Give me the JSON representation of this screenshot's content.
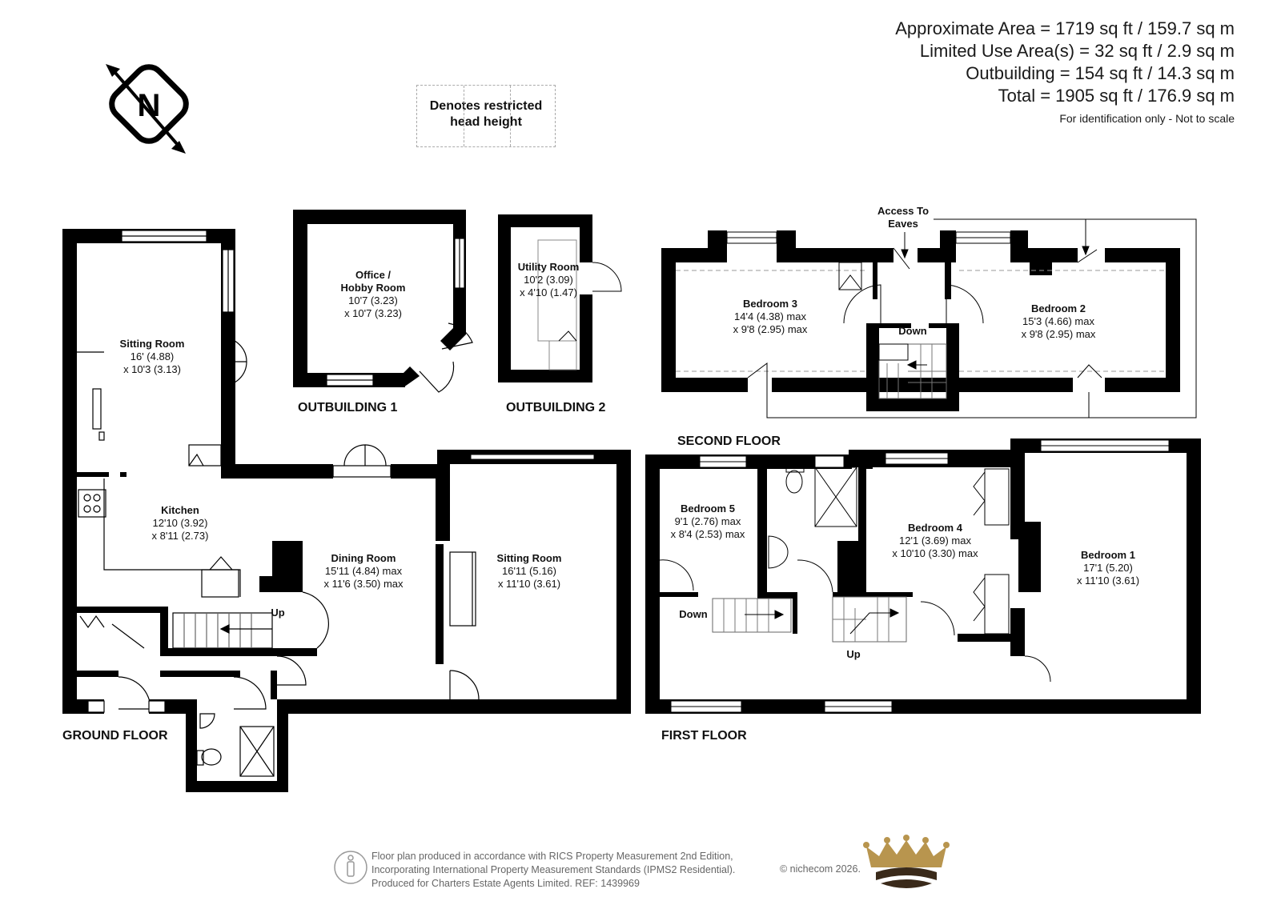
{
  "areas": {
    "approximate": "Approximate Area = 1719 sq ft / 159.7 sq m",
    "limited_use": "Limited Use Area(s) = 32 sq ft / 2.9 sq m",
    "outbuilding": "Outbuilding = 154 sq ft / 14.3 sq m",
    "total": "Total = 1905 sq ft / 176.9 sq m",
    "disclaimer": "For identification only - Not to scale"
  },
  "legend": {
    "line1": "Denotes restricted",
    "line2": "head height"
  },
  "compass": {
    "letter": "N",
    "icon": "north-compass-icon"
  },
  "floors": {
    "ground": "GROUND FLOOR",
    "first": "FIRST FLOOR",
    "second": "SECOND FLOOR",
    "outbuilding1": "OUTBUILDING 1",
    "outbuilding2": "OUTBUILDING 2"
  },
  "rooms": {
    "sitting_room_ground": {
      "name": "Sitting Room",
      "dim1": "16' (4.88)",
      "dim2": "x 10'3 (3.13)"
    },
    "kitchen": {
      "name": "Kitchen",
      "dim1": "12'10 (3.92)",
      "dim2": "x 8'11 (2.73)"
    },
    "dining_room": {
      "name": "Dining Room",
      "dim1": "15'11 (4.84) max",
      "dim2": "x 11'6 (3.50) max"
    },
    "sitting_room_main": {
      "name": "Sitting Room",
      "dim1": "16'11 (5.16)",
      "dim2": "x 11'10 (3.61)"
    },
    "office": {
      "name": "Office /",
      "name2": "Hobby Room",
      "dim1": "10'7 (3.23)",
      "dim2": "x 10'7 (3.23)"
    },
    "utility": {
      "name": "Utility Room",
      "dim1": "10'2 (3.09)",
      "dim2": "x 4'10 (1.47)"
    },
    "bedroom3": {
      "name": "Bedroom 3",
      "dim1": "14'4 (4.38) max",
      "dim2": "x  9'8 (2.95) max"
    },
    "bedroom2": {
      "name": "Bedroom 2",
      "dim1": "15'3 (4.66) max",
      "dim2": "x 9'8 (2.95) max"
    },
    "bedroom5": {
      "name": "Bedroom 5",
      "dim1": "9'1 (2.76) max",
      "dim2": "x 8'4 (2.53) max"
    },
    "bedroom4": {
      "name": "Bedroom 4",
      "dim1": "12'1 (3.69) max",
      "dim2": "x 10'10 (3.30) max"
    },
    "bedroom1": {
      "name": "Bedroom 1",
      "dim1": "17'1 (5.20)",
      "dim2": "x 11'10 (3.61)"
    }
  },
  "labels": {
    "up": "Up",
    "down": "Down",
    "access_eaves_1": "Access To",
    "access_eaves_2": "Eaves"
  },
  "footer": {
    "line1": "Floor plan produced in accordance with RICS Property Measurement 2nd Edition,",
    "line2": "Incorporating International Property Measurement Standards (IPMS2 Residential).",
    "line3": "Produced for Charters Estate Agents Limited.   REF: 1439969",
    "copyright": "© nichecom 2026."
  },
  "colors": {
    "wall": "#000000",
    "crown_gold": "#b8954e",
    "crown_dark": "#3a2a1a",
    "text": "#111111"
  }
}
